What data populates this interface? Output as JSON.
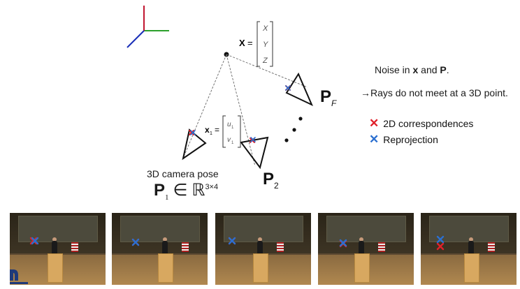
{
  "axes_colors": {
    "x": "#2ca02c",
    "y": "#c0152f",
    "z": "#1a2fb8"
  },
  "point": {
    "symbol": "X",
    "components": [
      "X",
      "Y",
      "Z"
    ]
  },
  "observation": {
    "symbol": "x",
    "subscript": "1",
    "components": [
      "u",
      "v"
    ],
    "component_subscript": "1"
  },
  "cameras": {
    "p2_label": "P",
    "p2_sub": "2",
    "pf_label": "P",
    "pf_sub": "F"
  },
  "notes": {
    "noise_prefix": "Noise in ",
    "noise_x": "x",
    "noise_and": " and ",
    "noise_P": "P",
    "noise_suffix": ".",
    "rays_arrow": "→",
    "rays_text": "Rays do not meet at a 3D point."
  },
  "legend": [
    {
      "mark": "✕",
      "color": "#e0202a",
      "label": "2D correspondences"
    },
    {
      "mark": "✕",
      "color": "#2b6fd0",
      "label": "Reprojection"
    }
  ],
  "pose": {
    "label": "3D camera pose",
    "P": "P",
    "P_sub": "1",
    "in": " ∈ ",
    "R": "ℝ",
    "R_sup": "3×4"
  },
  "marker_colors": {
    "correspondence": "#e0202a",
    "reprojection": "#2b6fd0"
  },
  "frames": [
    {
      "name": "video-frame-1"
    },
    {
      "name": "video-frame-2"
    },
    {
      "name": "video-frame-3"
    },
    {
      "name": "video-frame-4"
    },
    {
      "name": "video-frame-5"
    }
  ]
}
